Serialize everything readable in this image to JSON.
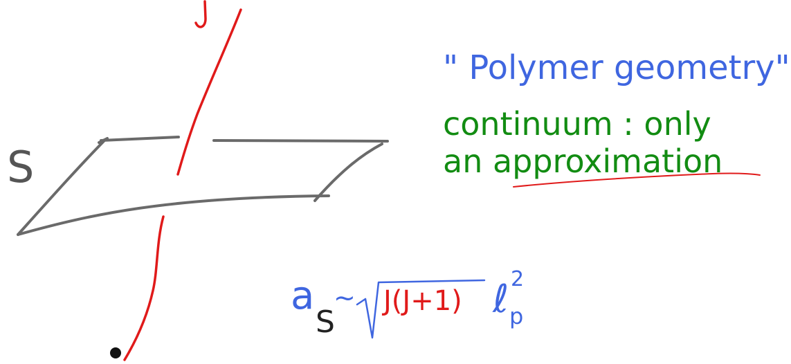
{
  "labels": {
    "surface": "S",
    "link": "J",
    "title": "\" Polymer geometry\"",
    "line1": "continuum : only",
    "line2": "an approximation"
  },
  "formula": {
    "area": "a",
    "area_sub": "S",
    "sim": "~",
    "sqrt_arg": "J(J+1)",
    "ell": "ℓ",
    "ell_sup": "2",
    "ell_sub": "p"
  },
  "colors": {
    "ink_gray": "#6a6a6a",
    "ink_red": "#e01a1a",
    "ink_blue": "#3f66e0",
    "ink_green": "#128c12",
    "ink_black": "#111111"
  }
}
